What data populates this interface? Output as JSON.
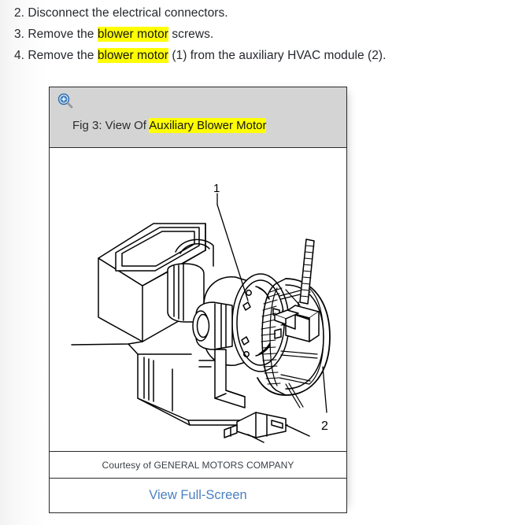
{
  "steps": [
    {
      "id": "step-2",
      "parts": [
        {
          "text": "2. Disconnect the electrical connectors.",
          "highlight": false
        }
      ]
    },
    {
      "id": "step-3",
      "parts": [
        {
          "text": "3. Remove the ",
          "highlight": false
        },
        {
          "text": "blower motor",
          "highlight": true
        },
        {
          "text": " screws.",
          "highlight": false
        }
      ]
    },
    {
      "id": "step-4",
      "parts": [
        {
          "text": "4. Remove the ",
          "highlight": false
        },
        {
          "text": "blower motor",
          "highlight": true
        },
        {
          "text": " (1) from the auxiliary HVAC module (2).",
          "highlight": false
        }
      ]
    }
  ],
  "figure": {
    "zoom_icon": "zoom-in-magnifier-icon",
    "title_parts": [
      {
        "text": "Fig 3: View Of ",
        "highlight": false
      },
      {
        "text": "Auxiliary Blower Motor",
        "highlight": true
      }
    ],
    "title_plain": "Fig 3: View Of Auxiliary Blower Motor",
    "callouts": [
      {
        "label": "1",
        "meaning": "blower motor"
      },
      {
        "label": "2",
        "meaning": "auxiliary HVAC module"
      }
    ],
    "credit": "Courtesy of GENERAL MOTORS COMPANY",
    "fullscreen_label": "View Full-Screen",
    "illustration_alt": "Line drawing of auxiliary blower motor mounted on HVAC module with squirrel-cage fan wheel and electrical connector"
  },
  "colors": {
    "highlight": "#ffff00",
    "link": "#4a7fc1",
    "header_bg": "#d4d4d4",
    "border": "#2b2b2b",
    "text": "#25282d"
  }
}
